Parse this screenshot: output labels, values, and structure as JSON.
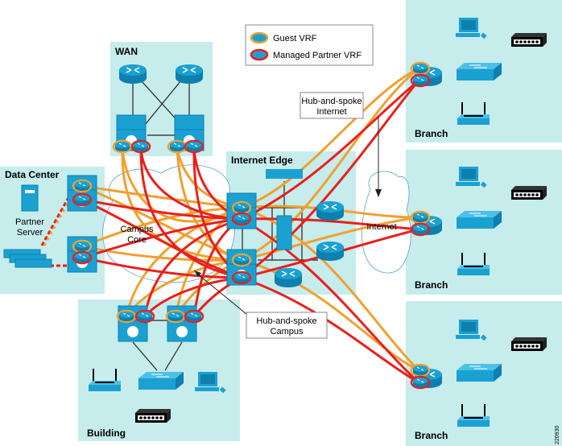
{
  "diagram": {
    "legend": {
      "items": [
        {
          "label": "Guest VRF",
          "color": "#f0a030"
        },
        {
          "label": "Managed Partner VRF",
          "color": "#e8201c"
        }
      ]
    },
    "zones": {
      "wan": "WAN",
      "data_center": "Data Center",
      "internet_edge": "Internet Edge",
      "building": "Building",
      "branch_top": "Branch",
      "branch_middle": "Branch",
      "branch_bottom": "Branch"
    },
    "labels": {
      "partner_server_line1": "Partner",
      "partner_server_line2": "Server",
      "campus_core_line1": "Campus",
      "campus_core_line2": "Core",
      "internet": "Internet"
    },
    "callouts": {
      "hub_spoke_internet_line1": "Hub-and-spoke",
      "hub_spoke_internet_line2": "Internet",
      "hub_spoke_campus_line1": "Hub-and-spoke",
      "hub_spoke_campus_line2": "Campus"
    },
    "figure_id": "220930",
    "colors": {
      "zone_bg": "#c6ecec",
      "device": "#1aa1d2",
      "guest_vrf": "#f0a030",
      "partner_vrf": "#e8201c"
    }
  }
}
